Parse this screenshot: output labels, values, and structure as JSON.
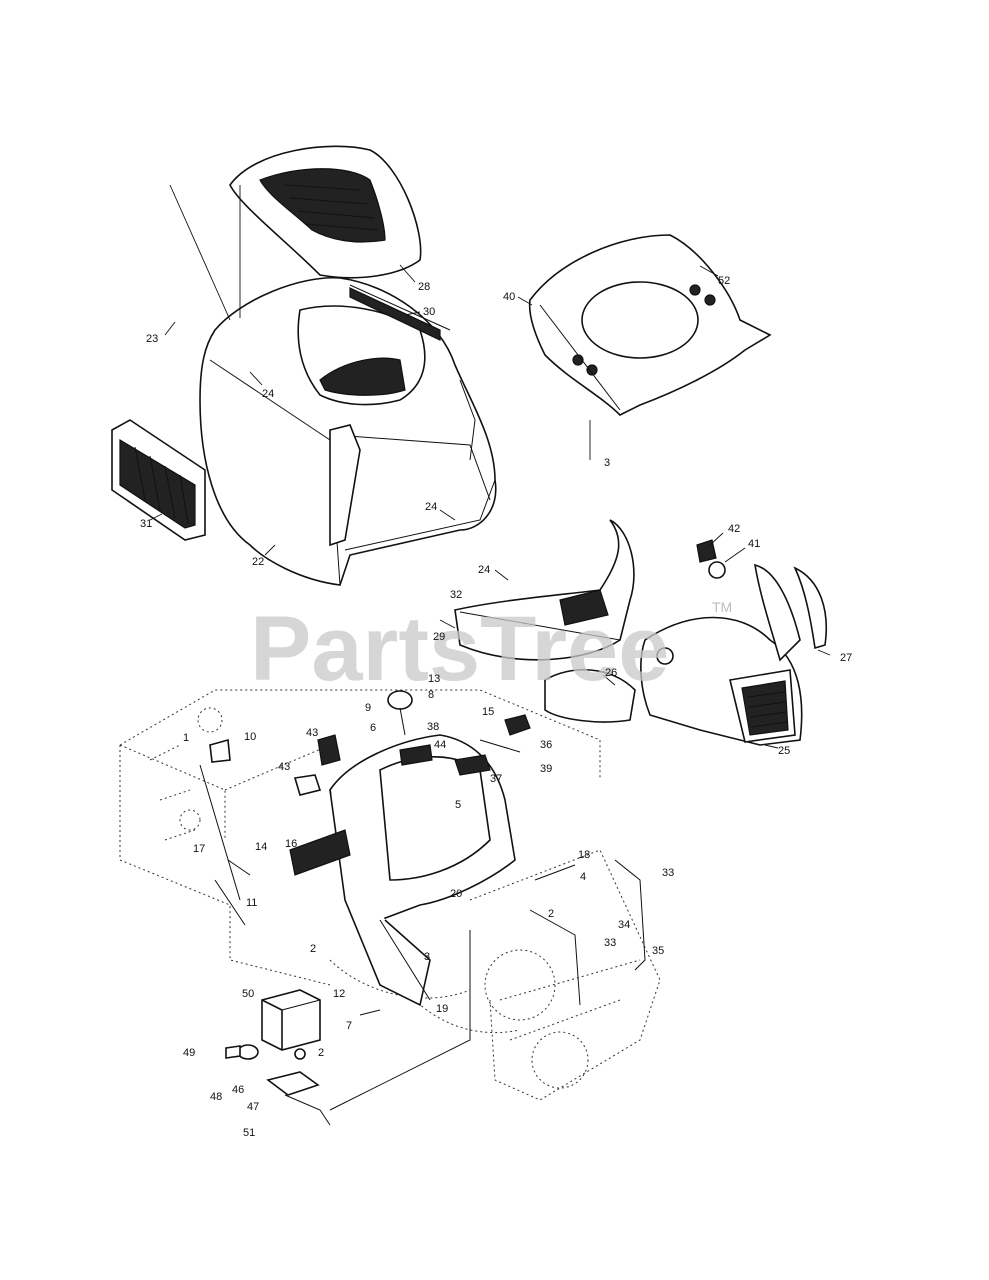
{
  "watermark": {
    "text": "PartsTree",
    "trademark": "TM"
  },
  "callouts": [
    {
      "id": "c28",
      "label": "28"
    },
    {
      "id": "c30",
      "label": "30"
    },
    {
      "id": "c23",
      "label": "23"
    },
    {
      "id": "c24a",
      "label": "24"
    },
    {
      "id": "c31",
      "label": "31"
    },
    {
      "id": "c22",
      "label": "22"
    },
    {
      "id": "c24b",
      "label": "24"
    },
    {
      "id": "c24c",
      "label": "24"
    },
    {
      "id": "c32",
      "label": "32"
    },
    {
      "id": "c40",
      "label": "40"
    },
    {
      "id": "c52",
      "label": "52"
    },
    {
      "id": "c3a",
      "label": "3"
    },
    {
      "id": "c42",
      "label": "42"
    },
    {
      "id": "c41",
      "label": "41"
    },
    {
      "id": "c29",
      "label": "29"
    },
    {
      "id": "c27",
      "label": "27"
    },
    {
      "id": "c26",
      "label": "26"
    },
    {
      "id": "c25",
      "label": "25"
    },
    {
      "id": "c13",
      "label": "13"
    },
    {
      "id": "c8",
      "label": "8"
    },
    {
      "id": "c9",
      "label": "9"
    },
    {
      "id": "c6",
      "label": "6"
    },
    {
      "id": "c38",
      "label": "38"
    },
    {
      "id": "c15",
      "label": "15"
    },
    {
      "id": "c36",
      "label": "36"
    },
    {
      "id": "c43a",
      "label": "43"
    },
    {
      "id": "c44",
      "label": "44"
    },
    {
      "id": "c39",
      "label": "39"
    },
    {
      "id": "c37",
      "label": "37"
    },
    {
      "id": "c1",
      "label": "1"
    },
    {
      "id": "c10",
      "label": "10"
    },
    {
      "id": "c43b",
      "label": "43"
    },
    {
      "id": "c5",
      "label": "5"
    },
    {
      "id": "c17",
      "label": "17"
    },
    {
      "id": "c14",
      "label": "14"
    },
    {
      "id": "c16",
      "label": "16"
    },
    {
      "id": "c18",
      "label": "18"
    },
    {
      "id": "c33a",
      "label": "33"
    },
    {
      "id": "c4",
      "label": "4"
    },
    {
      "id": "c20",
      "label": "20"
    },
    {
      "id": "c11",
      "label": "11"
    },
    {
      "id": "c2a",
      "label": "2"
    },
    {
      "id": "c34",
      "label": "34"
    },
    {
      "id": "c2b",
      "label": "2"
    },
    {
      "id": "c33b",
      "label": "33"
    },
    {
      "id": "c35",
      "label": "35"
    },
    {
      "id": "c3b",
      "label": "3"
    },
    {
      "id": "c12",
      "label": "12"
    },
    {
      "id": "c19",
      "label": "19"
    },
    {
      "id": "c50",
      "label": "50"
    },
    {
      "id": "c7",
      "label": "7"
    },
    {
      "id": "c49",
      "label": "49"
    },
    {
      "id": "c2c",
      "label": "2"
    },
    {
      "id": "c48",
      "label": "48"
    },
    {
      "id": "c46",
      "label": "46"
    },
    {
      "id": "c47",
      "label": "47"
    },
    {
      "id": "c51",
      "label": "51"
    }
  ]
}
